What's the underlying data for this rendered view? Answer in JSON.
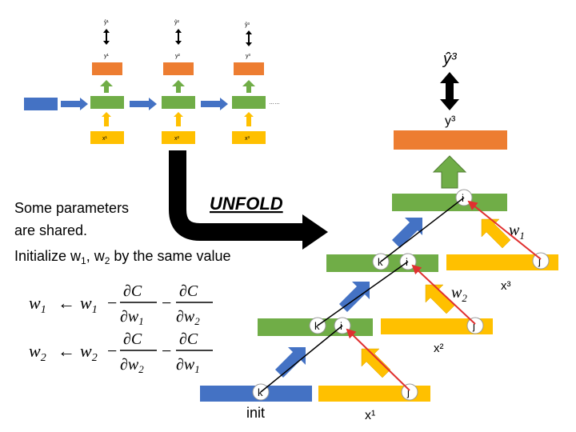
{
  "colors": {
    "green": "#70ad47",
    "orange": "#ed7d31",
    "blue": "#4472c4",
    "yellow": "#ffc000",
    "red": "#e03030",
    "black": "#000000"
  },
  "thumbnail": {
    "outputs": [
      "ŷ¹",
      "ŷ²",
      "ŷ³"
    ],
    "targets": [
      "y¹",
      "y²",
      "y³"
    ],
    "inputs": [
      "x¹",
      "x²",
      "x³"
    ],
    "ellipsis": "……"
  },
  "labels": {
    "y_hat": "ŷ³",
    "y": "y³",
    "unfold": "UNFOLD"
  },
  "notes": {
    "line1": "Some parameters",
    "line2": "are shared.",
    "line3_prefix": "Initialize w",
    "line3_sub1": "1",
    "line3_mid": ", w",
    "line3_sub2": "2",
    "line3_suffix": " by the same value"
  },
  "equations": {
    "w1": "w",
    "w1_sub": "1",
    "w2": "w",
    "w2_sub": "2",
    "arrow": "←",
    "minus": "−",
    "dC": "∂C",
    "dw": "∂w",
    "sub1": "1",
    "sub2": "2"
  },
  "unrolled": {
    "level3": {
      "k": "",
      "i": "i",
      "j": "",
      "w": "w",
      "w_sub": "1"
    },
    "level2": {
      "k": "k",
      "i": "i",
      "j": "j",
      "w": "w",
      "w_sub": "2",
      "x": "x³"
    },
    "level1": {
      "k": "k",
      "i": "i",
      "j": "j",
      "x": "x²"
    },
    "level0": {
      "k": "k",
      "j": "j",
      "init": "init",
      "x": "x¹"
    }
  }
}
